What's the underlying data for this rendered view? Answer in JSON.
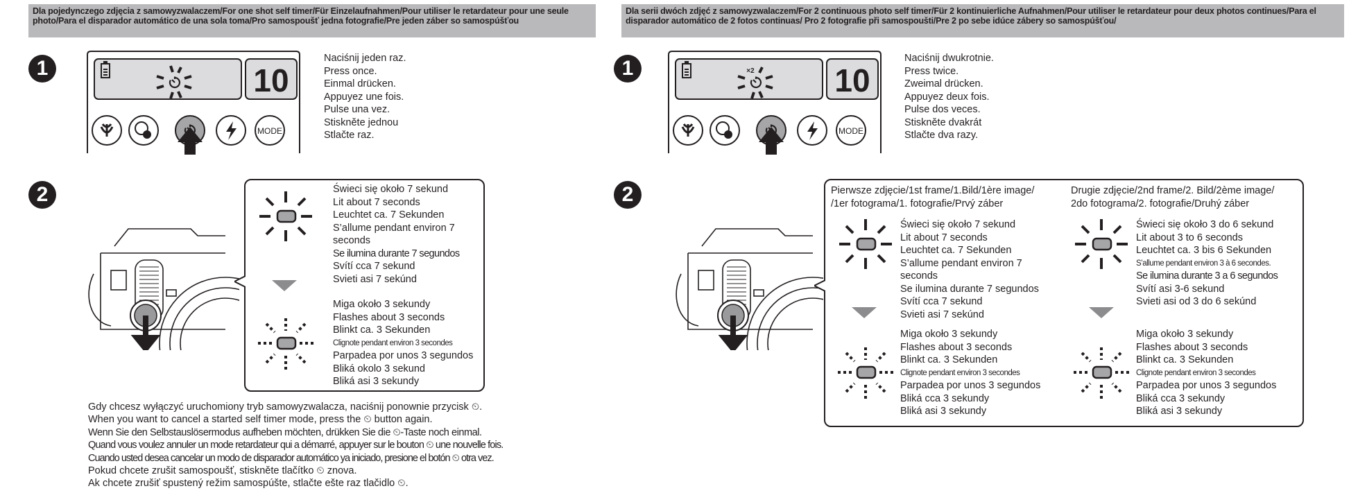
{
  "left": {
    "header": "Dla pojedynczego zdjęcia z samowyzwalaczem/For one shot self timer/Für Einzelaufnahmen/Pour utiliser le retardateur pour une seule photo/Para el disparador automático de una sola toma/Pro samospoušť jedna fotografie/Pre jeden záber so samospúšťou",
    "step1": {
      "number": "1",
      "counter": "10",
      "mode_label": "MODE",
      "instructions": [
        "Naciśnij jeden raz.",
        "Press once.",
        "Einmal drücken.",
        "Appuyez une fois.",
        "Pulse una vez.",
        "Stiskněte jednou",
        "Stlačte raz."
      ]
    },
    "step2": {
      "number": "2",
      "lit": [
        "Świeci się około 7 sekund",
        "Lit about 7 seconds",
        "Leuchtet ca. 7 Sekunden",
        "S’allume pendant environ 7",
        "seconds",
        "Se ilumina durante 7 segundos",
        "Svítí cca 7 sekund",
        "Svieti asi 7 sekúnd"
      ],
      "flash": [
        "Miga około 3 sekundy",
        "Flashes about 3 seconds",
        "Blinkt ca. 3 Sekunden",
        "Clignote pendant environ 3 secondes",
        "Parpadea por unos 3 segundos",
        "Bliká  okolo 3 sekund",
        "Bliká asi 3 sekundy"
      ]
    },
    "cancel": [
      "Gdy chcesz wyłączyć uruchomiony tryb samowyzwalacza, naciśnij ponownie przycisk ⏲.",
      "When you want to cancel a started self timer mode, press the  ⏲ button again.",
      "Wenn Sie den Selbstauslösermodus aufheben möchten, drükken Sie die ⏲-Taste noch einmal.",
      "Quand vous voulez annuler un mode retardateur qui a démarré, appuyer sur le bouton ⏲ une nouvelle fois.",
      "Cuando usted desea cancelar un modo de disparador automático ya iniciado, presione el botón ⏲ otra vez.",
      "Pokud chcete zrušit samospoušť, stiskněte tlačítko  ⏲  znova.",
      "Ak chcete zrušiť spustený režim samospúšte, stlačte ešte raz tlačidlo ⏲."
    ]
  },
  "right": {
    "header": "Dla serii dwóch zdjęć z samowyzwalaczem/For 2 continuous photo self timer/Für 2 kontinuierliche Aufnahmen/Pour utiliser le retardateur pour deux photos continues/Para el disparador automático de 2 fotos continuas/ Pro 2 fotografie při samospoušti/Pre 2 po sebe idúce zábery so samospúšťou/",
    "step1": {
      "number": "1",
      "counter": "10",
      "x2_label": "×2",
      "mode_label": "MODE",
      "instructions": [
        "Naciśnij dwukrotnie.",
        "Press twice.",
        "Zweimal drücken.",
        "Appuyez deux fois.",
        "Pulse dos veces.",
        "Stiskněte dvakrát",
        "Stlačte dva razy."
      ]
    },
    "step2": {
      "number": "2",
      "first_title": [
        "Pierwsze zdjęcie/1st frame/1.Bild/1ère image/",
        "/1er fotograma/1. fotografie/Prvý záber"
      ],
      "second_title": [
        "Drugie zdjęcie/2nd frame/2. Bild/2ème image/",
        "2do fotograma/2. fotografie/Druhý záber"
      ],
      "first_lit": [
        "Świeci się około 7 sekund",
        "Lit about 7 seconds",
        "Leuchtet ca. 7 Sekunden",
        "S’allume pendant environ 7",
        "seconds",
        "Se ilumina durante 7 segundos",
        "Svítí cca 7 sekund",
        "Svieti asi 7 sekúnd"
      ],
      "second_lit": [
        "Świeci się około 3 do 6 sekund",
        "Lit about 3 to 6 seconds",
        "Leuchtet ca. 3 bis 6 Sekunden",
        "S’allume pendant environ 3 à 6 secondes.",
        "Se ilumina durante 3 a 6 segundos",
        "Svítí asi 3-6 sekund",
        "Svieti asi od 3 do 6 sekúnd"
      ],
      "first_flash": [
        "Miga około 3 sekundy",
        "Flashes about 3 seconds",
        "Blinkt ca. 3 Sekunden",
        "Clignote pendant environ 3 secondes",
        "Parpadea por unos 3 segundos",
        "Bliká cca 3 sekundy",
        "Bliká asi 3 sekundy"
      ],
      "second_flash": [
        "Miga około 3 sekundy",
        "Flashes about 3 seconds",
        "Blinkt ca. 3 Sekunden",
        "Clignote pendant environ 3 secondes",
        "Parpadea por unos 3 segundos",
        "Bliká cca 3 sekundy",
        "Bliká asi 3 sekundy"
      ]
    }
  }
}
